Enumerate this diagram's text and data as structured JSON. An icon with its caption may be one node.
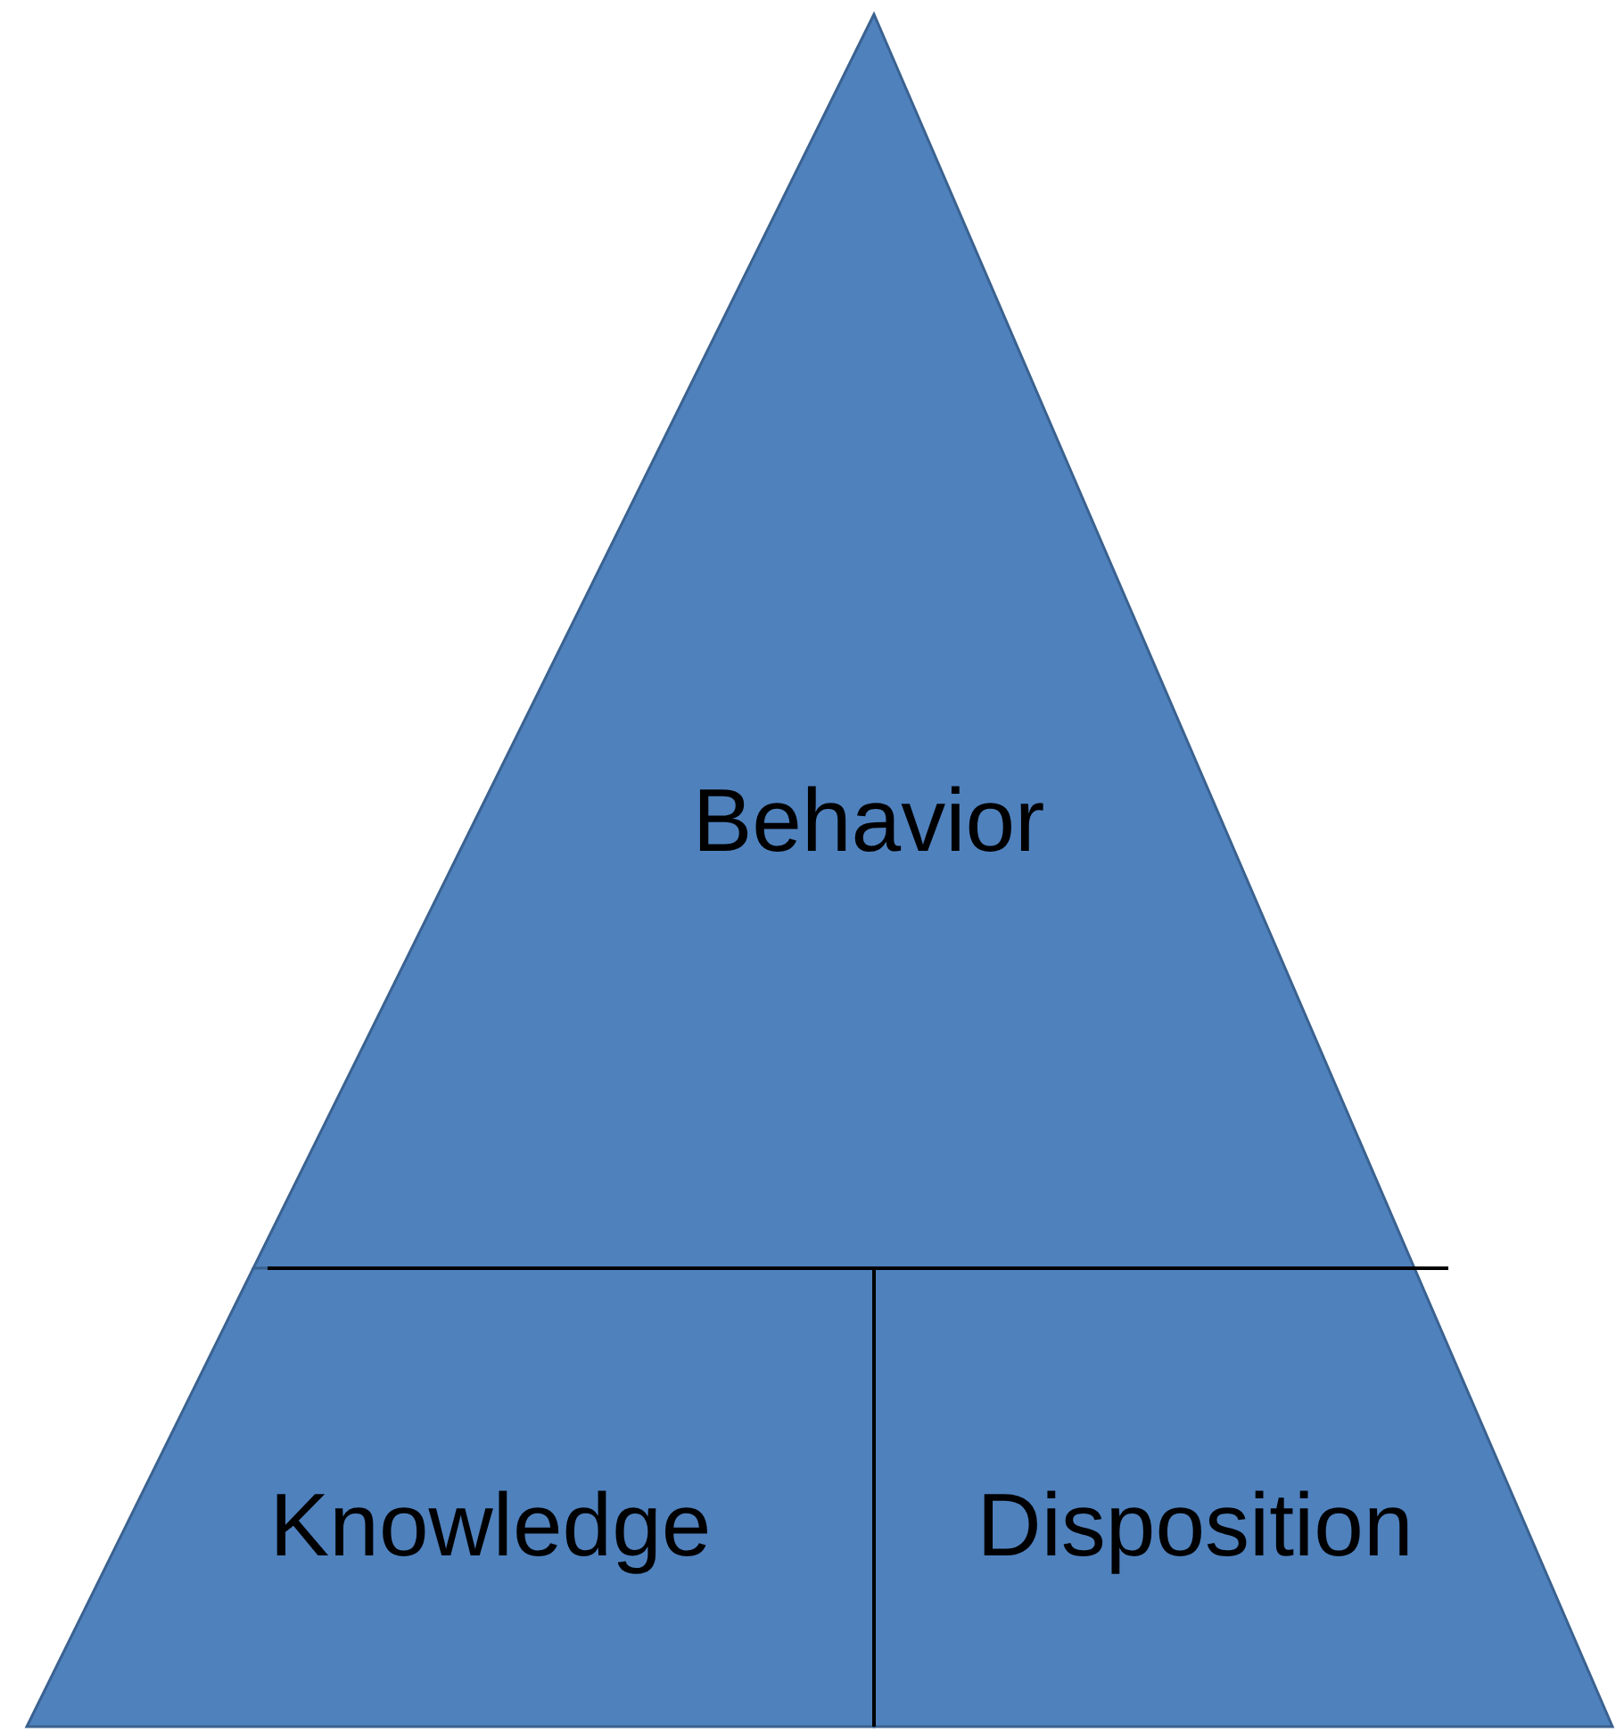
{
  "diagram": {
    "nodes": [
      {
        "text": [
          "Behavior"
        ]
      },
      {
        "text": [
          "Knowledge"
        ]
      },
      {
        "text": [
          "Disposition"
        ]
      }
    ]
  }
}
